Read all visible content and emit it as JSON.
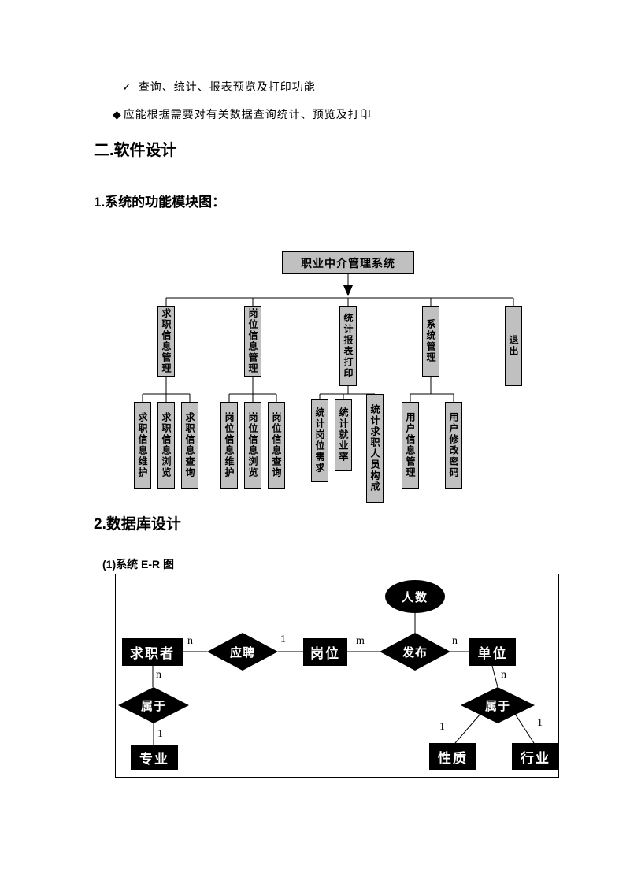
{
  "bullets": [
    {
      "marker": "✓",
      "text": "查询、统计、报表预览及打印功能"
    },
    {
      "marker": "◆",
      "text": "应能根据需要对有关数据查询统计、预览及打印"
    }
  ],
  "headings": {
    "software_design": "二.软件设计",
    "module_diagram": "1.系统的功能模块图：",
    "database_design": "2.数据库设计",
    "er_diagram": "(1)系统 E-R 图"
  },
  "org_chart": {
    "root": "职业中介管理系统",
    "level2": [
      "求职信息管理",
      "岗位信息管理",
      "统计报表打印",
      "系统管理",
      "退出"
    ],
    "level3_group1": [
      "求职信息维护",
      "求职信息浏览",
      "求职信息查询"
    ],
    "level3_group2": [
      "岗位信息维护",
      "岗位信息浏览",
      "岗位信息查询"
    ],
    "level3_group3": [
      "统计岗位需求",
      "统计就业率",
      "统计求职人员构成"
    ],
    "level3_group4": [
      "用户信息管理",
      "用户修改密码"
    ],
    "box_fill_color": "#c0c0c0",
    "line_color": "#000000"
  },
  "er_diagram": {
    "attribute": "人数",
    "entities": {
      "jobseeker": "求职者",
      "post": "岗位",
      "unit": "单位",
      "major": "专业",
      "nature": "性质",
      "industry": "行业"
    },
    "relations": {
      "apply": "应聘",
      "publish": "发布",
      "belong_left": "属于",
      "belong_right": "属于"
    },
    "cardinality": {
      "jobseeker_apply": "n",
      "apply_post": "1",
      "post_publish": "m",
      "publish_unit": "n",
      "jobseeker_belong": "n",
      "belong_major": "1",
      "unit_belong": "n",
      "belong_nature": "1",
      "belong_industry": "1"
    },
    "shape_fill_color": "#000000",
    "shape_text_color": "#ffffff"
  }
}
